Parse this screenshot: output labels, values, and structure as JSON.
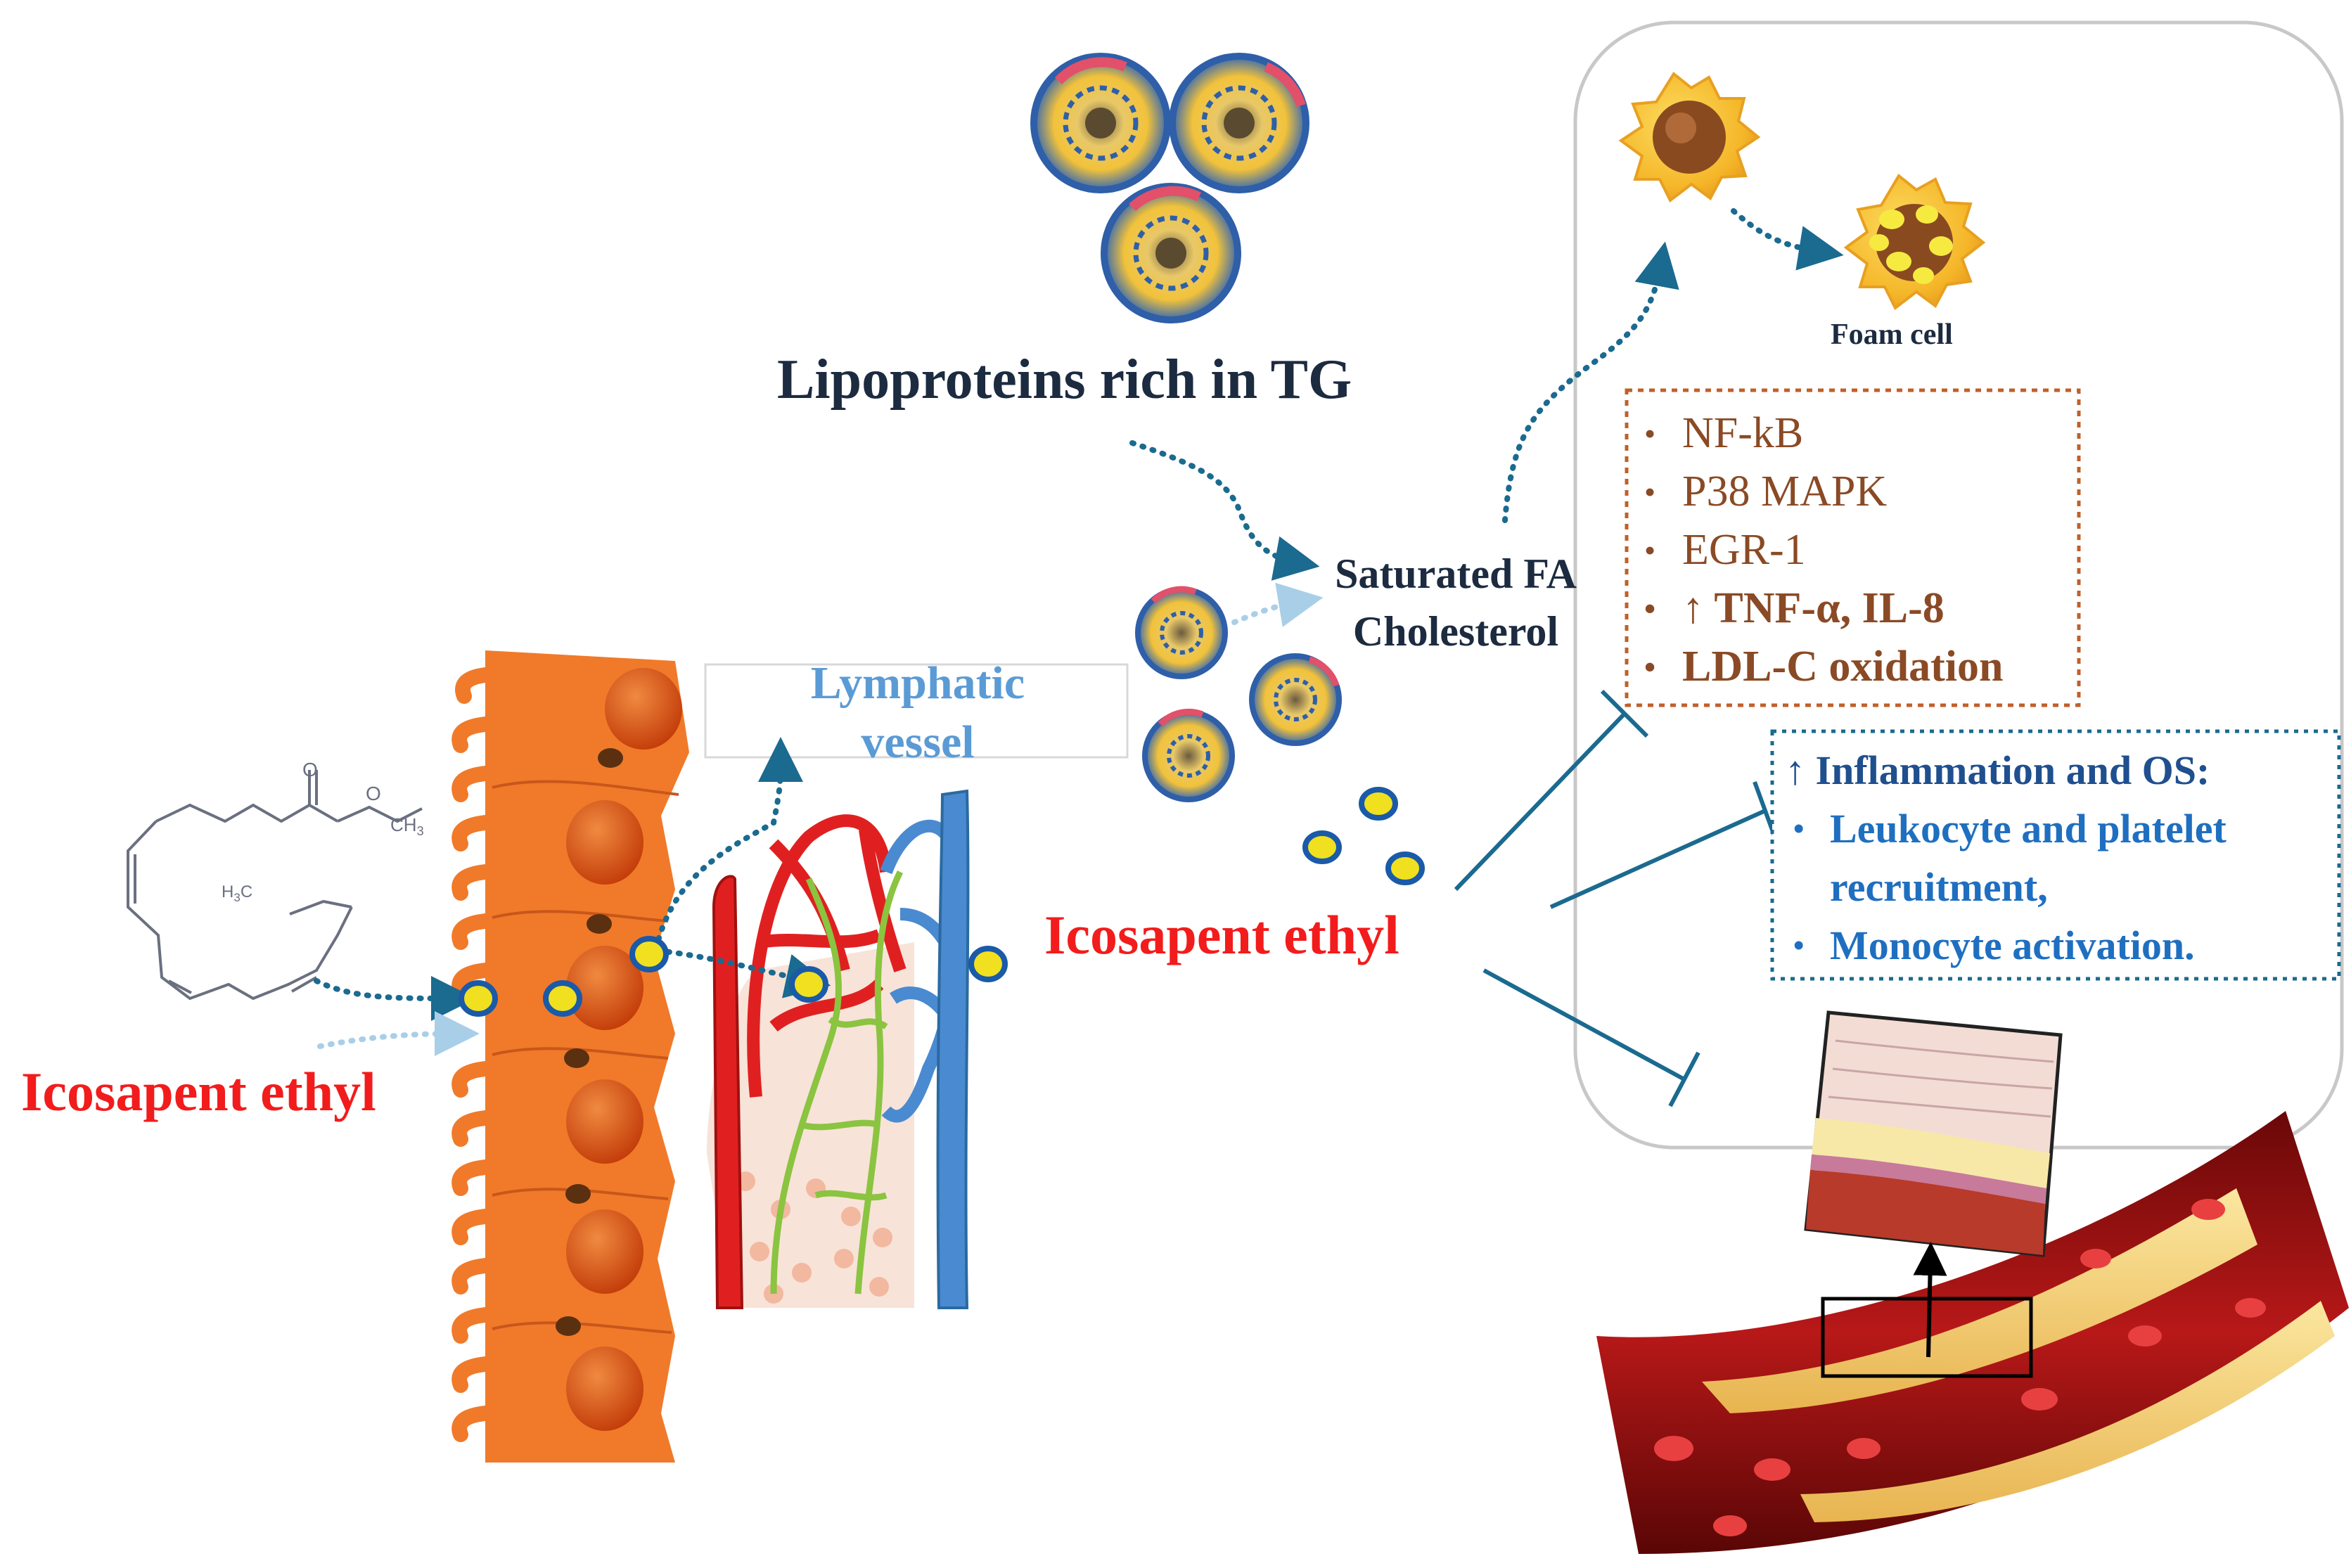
{
  "labels": {
    "lipoproteins": "Lipoproteins rich in TG",
    "saturated_fa": "Saturated FA",
    "cholesterol": "Cholesterol",
    "lymphatic": "Lymphatic",
    "vessel": "vessel",
    "icosapent_left": "Icosapent ethyl",
    "icosapent_center": "Icosapent ethyl",
    "foam_cell": "Foam cell",
    "molecule_ch3": "CH",
    "molecule_ch3_sub": "3",
    "molecule_h3c": "H",
    "molecule_h3c_sub": "3",
    "molecule_h3c_c": "C",
    "molecule_o": "O"
  },
  "pathways_box": {
    "items": [
      {
        "bullet": "•",
        "text": "NF-kB"
      },
      {
        "bullet": "•",
        "text": "P38 MAPK"
      },
      {
        "bullet": "•",
        "text": "EGR-1"
      },
      {
        "bullet": "•",
        "text": "↑ TNF-α, IL-8"
      },
      {
        "bullet": "•",
        "text": "LDL-C oxidation"
      }
    ]
  },
  "inflammation_box": {
    "heading": "↑ Inflammation and OS:",
    "items": [
      {
        "bullet": "•",
        "text": "Leukocyte and platelet",
        "cont": "recruitment,"
      },
      {
        "bullet": "•",
        "text": "Monocyte activation."
      }
    ]
  },
  "colors": {
    "red_label": "#f21c1c",
    "dark_navy": "#1c2b40",
    "brown_text": "#8a4a25",
    "brown_border": "#c0602a",
    "blue_text": "#1f6fc0",
    "teal_arrow": "#1b6a8f",
    "cell_orange": "#f07a2a",
    "nucleus": "#d94a10",
    "artery_red": "#e02020",
    "vein_blue": "#4a8ad0",
    "lymph_green": "#8ac440",
    "bead_yellow": "#f0e020",
    "bead_blue": "#1a5aa8",
    "plaque_yellow": "#f5d77a",
    "vessel_dark": "#8a1010"
  }
}
